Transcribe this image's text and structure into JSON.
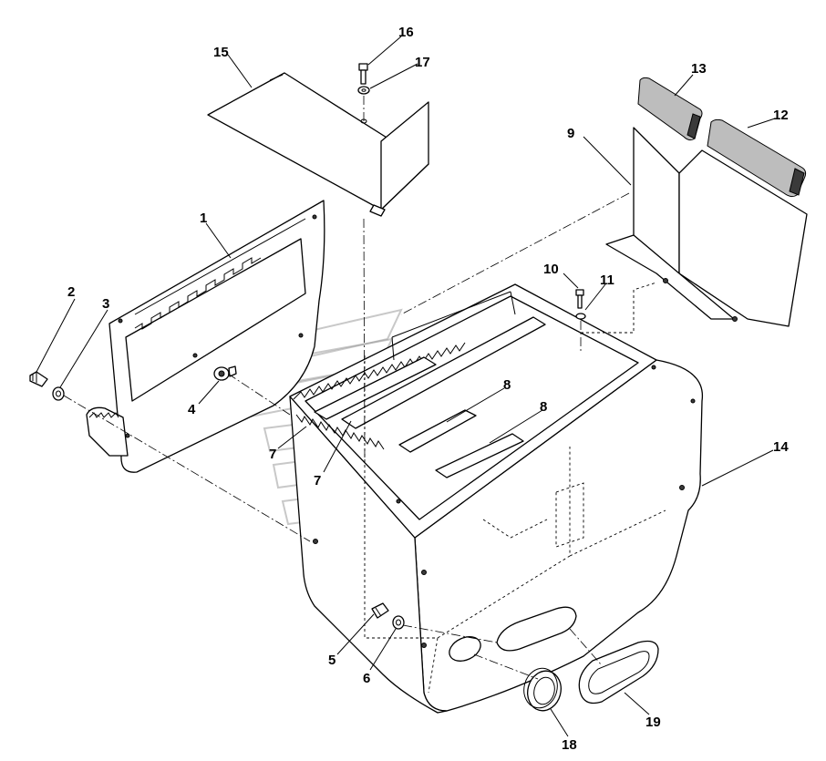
{
  "callouts": [
    {
      "id": "1",
      "text": "1"
    },
    {
      "id": "2",
      "text": "2"
    },
    {
      "id": "3",
      "text": "3"
    },
    {
      "id": "4",
      "text": "4"
    },
    {
      "id": "5",
      "text": "5"
    },
    {
      "id": "6",
      "text": "6"
    },
    {
      "id": "7a",
      "text": "7"
    },
    {
      "id": "7b",
      "text": "7"
    },
    {
      "id": "8a",
      "text": "8"
    },
    {
      "id": "8b",
      "text": "8"
    },
    {
      "id": "9",
      "text": "9"
    },
    {
      "id": "10",
      "text": "10"
    },
    {
      "id": "11",
      "text": "11"
    },
    {
      "id": "12",
      "text": "12"
    },
    {
      "id": "13",
      "text": "13"
    },
    {
      "id": "14",
      "text": "14"
    },
    {
      "id": "15",
      "text": "15"
    },
    {
      "id": "16",
      "text": "16"
    },
    {
      "id": "17",
      "text": "17"
    },
    {
      "id": "18",
      "text": "18"
    },
    {
      "id": "19",
      "text": "19"
    }
  ],
  "colors": {
    "line": "#000000",
    "background": "#ffffff",
    "watermark": "#9a9a9a"
  }
}
